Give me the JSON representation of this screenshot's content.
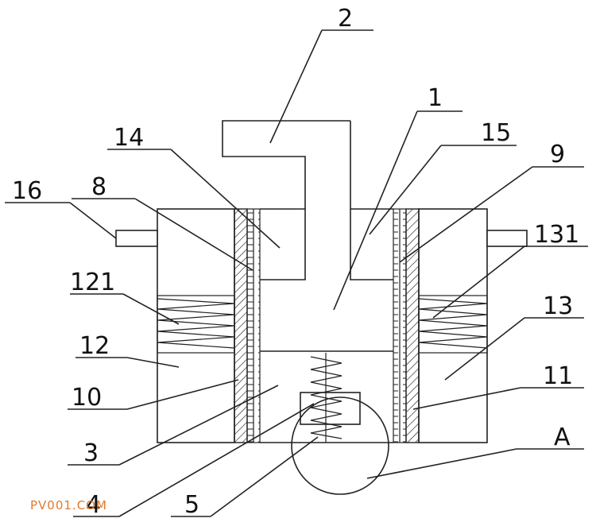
{
  "labels": {
    "l1": "1",
    "l2": "2",
    "l3": "3",
    "l4": "4",
    "l5": "5",
    "l8": "8",
    "l9": "9",
    "l10": "10",
    "l11": "11",
    "l12": "12",
    "l13": "13",
    "l14": "14",
    "l15": "15",
    "l16": "16",
    "l121": "121",
    "l131": "131",
    "lA": "A"
  },
  "watermark": "PV001.COM",
  "colors": {
    "line": "#222222",
    "watermark": "#e07a2a",
    "background": "#ffffff"
  }
}
